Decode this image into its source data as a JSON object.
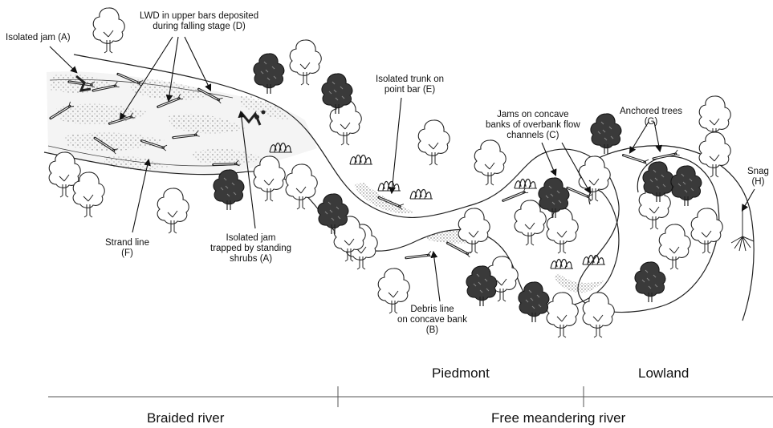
{
  "labels": {
    "isolated_jam_a": "Isolated jam (A)",
    "lwd_upper_1": "LWD in upper bars deposited",
    "lwd_upper_2": "during falling stage (D)",
    "trunk_1": "Isolated trunk on",
    "trunk_2": "point bar (E)",
    "concave_1": "Jams on concave",
    "concave_2": "banks of overbank flow",
    "concave_3": "channels (C)",
    "anchored_1": "Anchored trees",
    "anchored_2": "(G)",
    "snag_1": "Snag",
    "snag_2": "(H)",
    "strand_1": "Strand line",
    "strand_2": "(F)",
    "shrubs_1": "Isolated jam",
    "shrubs_2": "trapped by standing",
    "shrubs_3": "shrubs (A)",
    "debris_1": "Debris line",
    "debris_2": "on concave bank",
    "debris_3": "(B)"
  },
  "zones": {
    "piedmont": "Piedmont",
    "lowland": "Lowland",
    "braided": "Braided river",
    "meandering": "Free meandering river"
  }
}
